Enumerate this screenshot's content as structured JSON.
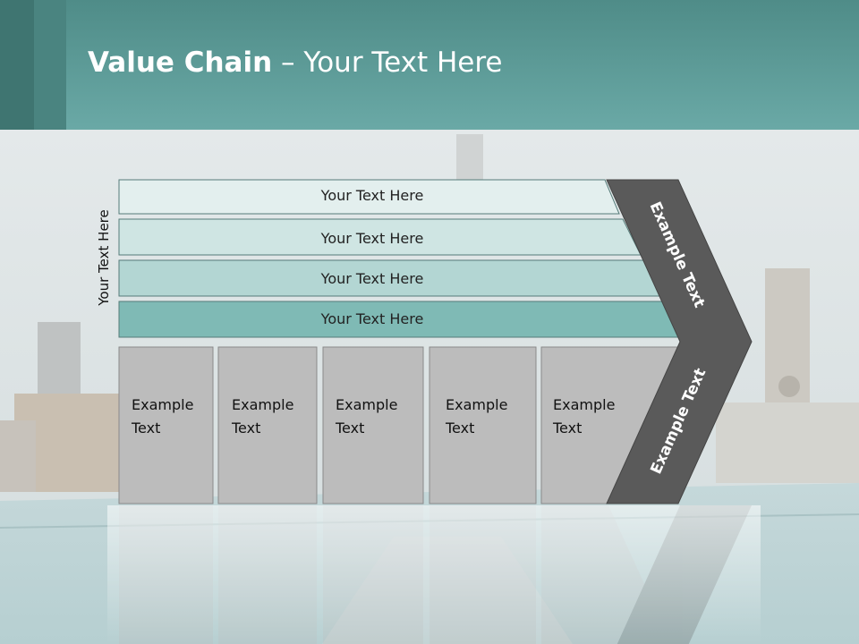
{
  "title": {
    "bold": "Value Chain",
    "rest": " – Your Text Here"
  },
  "side_label": "Your Text Here",
  "rows": [
    {
      "label": "Your Text Here",
      "color": "#e3efee"
    },
    {
      "label": "Your Text Here",
      "color": "#cfe5e3"
    },
    {
      "label": "Your Text Here",
      "color": "#b3d6d3"
    },
    {
      "label": "Your Text Here",
      "color": "#7fbab5"
    }
  ],
  "boxes": [
    {
      "line1": "Example",
      "line2": "Text"
    },
    {
      "line1": "Example",
      "line2": "Text"
    },
    {
      "line1": "Example",
      "line2": "Text"
    },
    {
      "line1": "Example",
      "line2": "Text"
    },
    {
      "line1": "Example",
      "line2": "Text"
    }
  ],
  "arrow_labels": {
    "upper": "Example Text",
    "lower": "Example Text"
  },
  "colors": {
    "header": "#5f9e9a",
    "box": "#bcbcbc",
    "chevron": "#5a5a5a"
  }
}
